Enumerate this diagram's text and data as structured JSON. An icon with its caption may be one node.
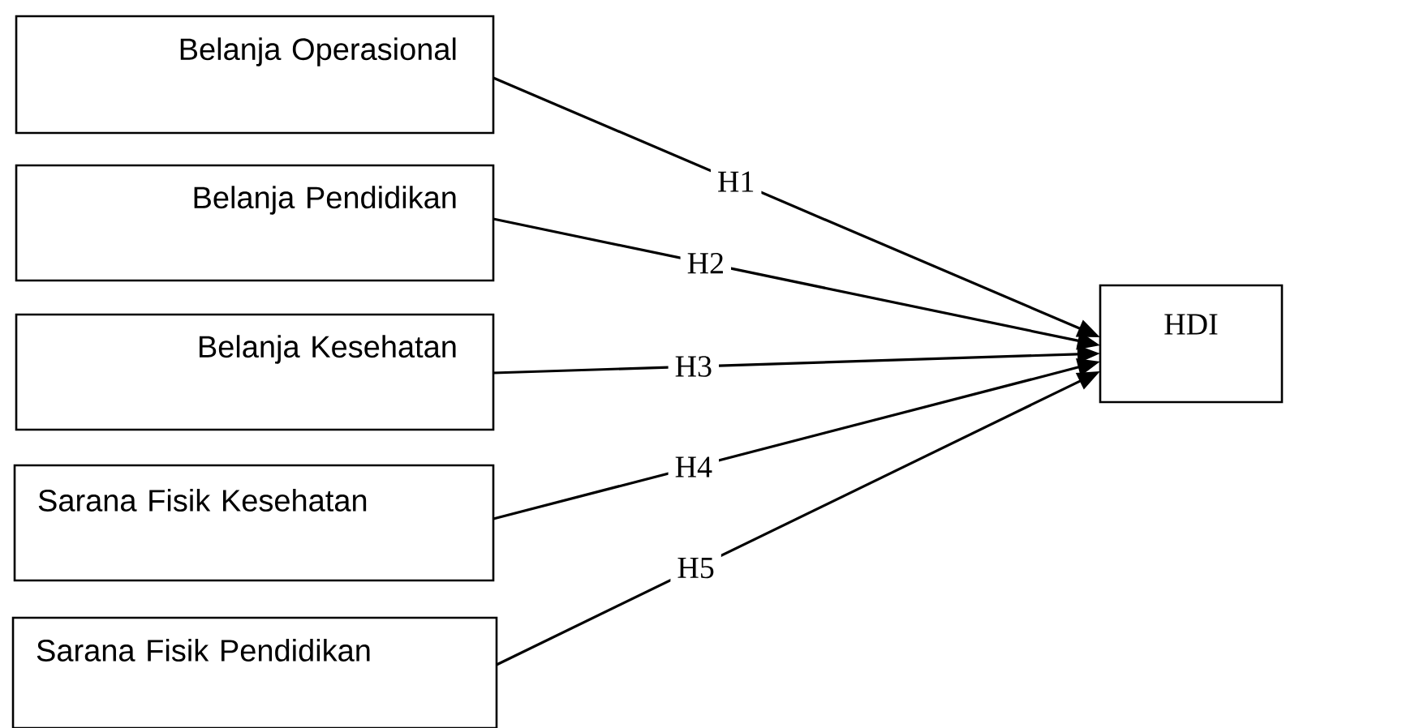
{
  "diagram": {
    "nodes": [
      {
        "text": [
          "Belanja Operasional"
        ]
      },
      {
        "text": [
          "Belanja Pendidikan"
        ]
      },
      {
        "text": [
          "Belanja Kesehatan"
        ]
      },
      {
        "text": [
          "Sarana Fisik Kesehatan"
        ]
      },
      {
        "text": [
          "Sarana Fisik Pendidikan"
        ]
      },
      {
        "text": [
          "HDI"
        ]
      }
    ],
    "edges": [
      {
        "from": 0,
        "to": 5,
        "arrow": "to",
        "label": "H1"
      },
      {
        "from": 1,
        "to": 5,
        "arrow": "to",
        "label": "H2"
      },
      {
        "from": 2,
        "to": 5,
        "arrow": "to",
        "label": "H3"
      },
      {
        "from": 3,
        "to": 5,
        "arrow": "to",
        "label": "H4"
      },
      {
        "from": 4,
        "to": 5,
        "arrow": "to",
        "label": "H5"
      }
    ]
  }
}
